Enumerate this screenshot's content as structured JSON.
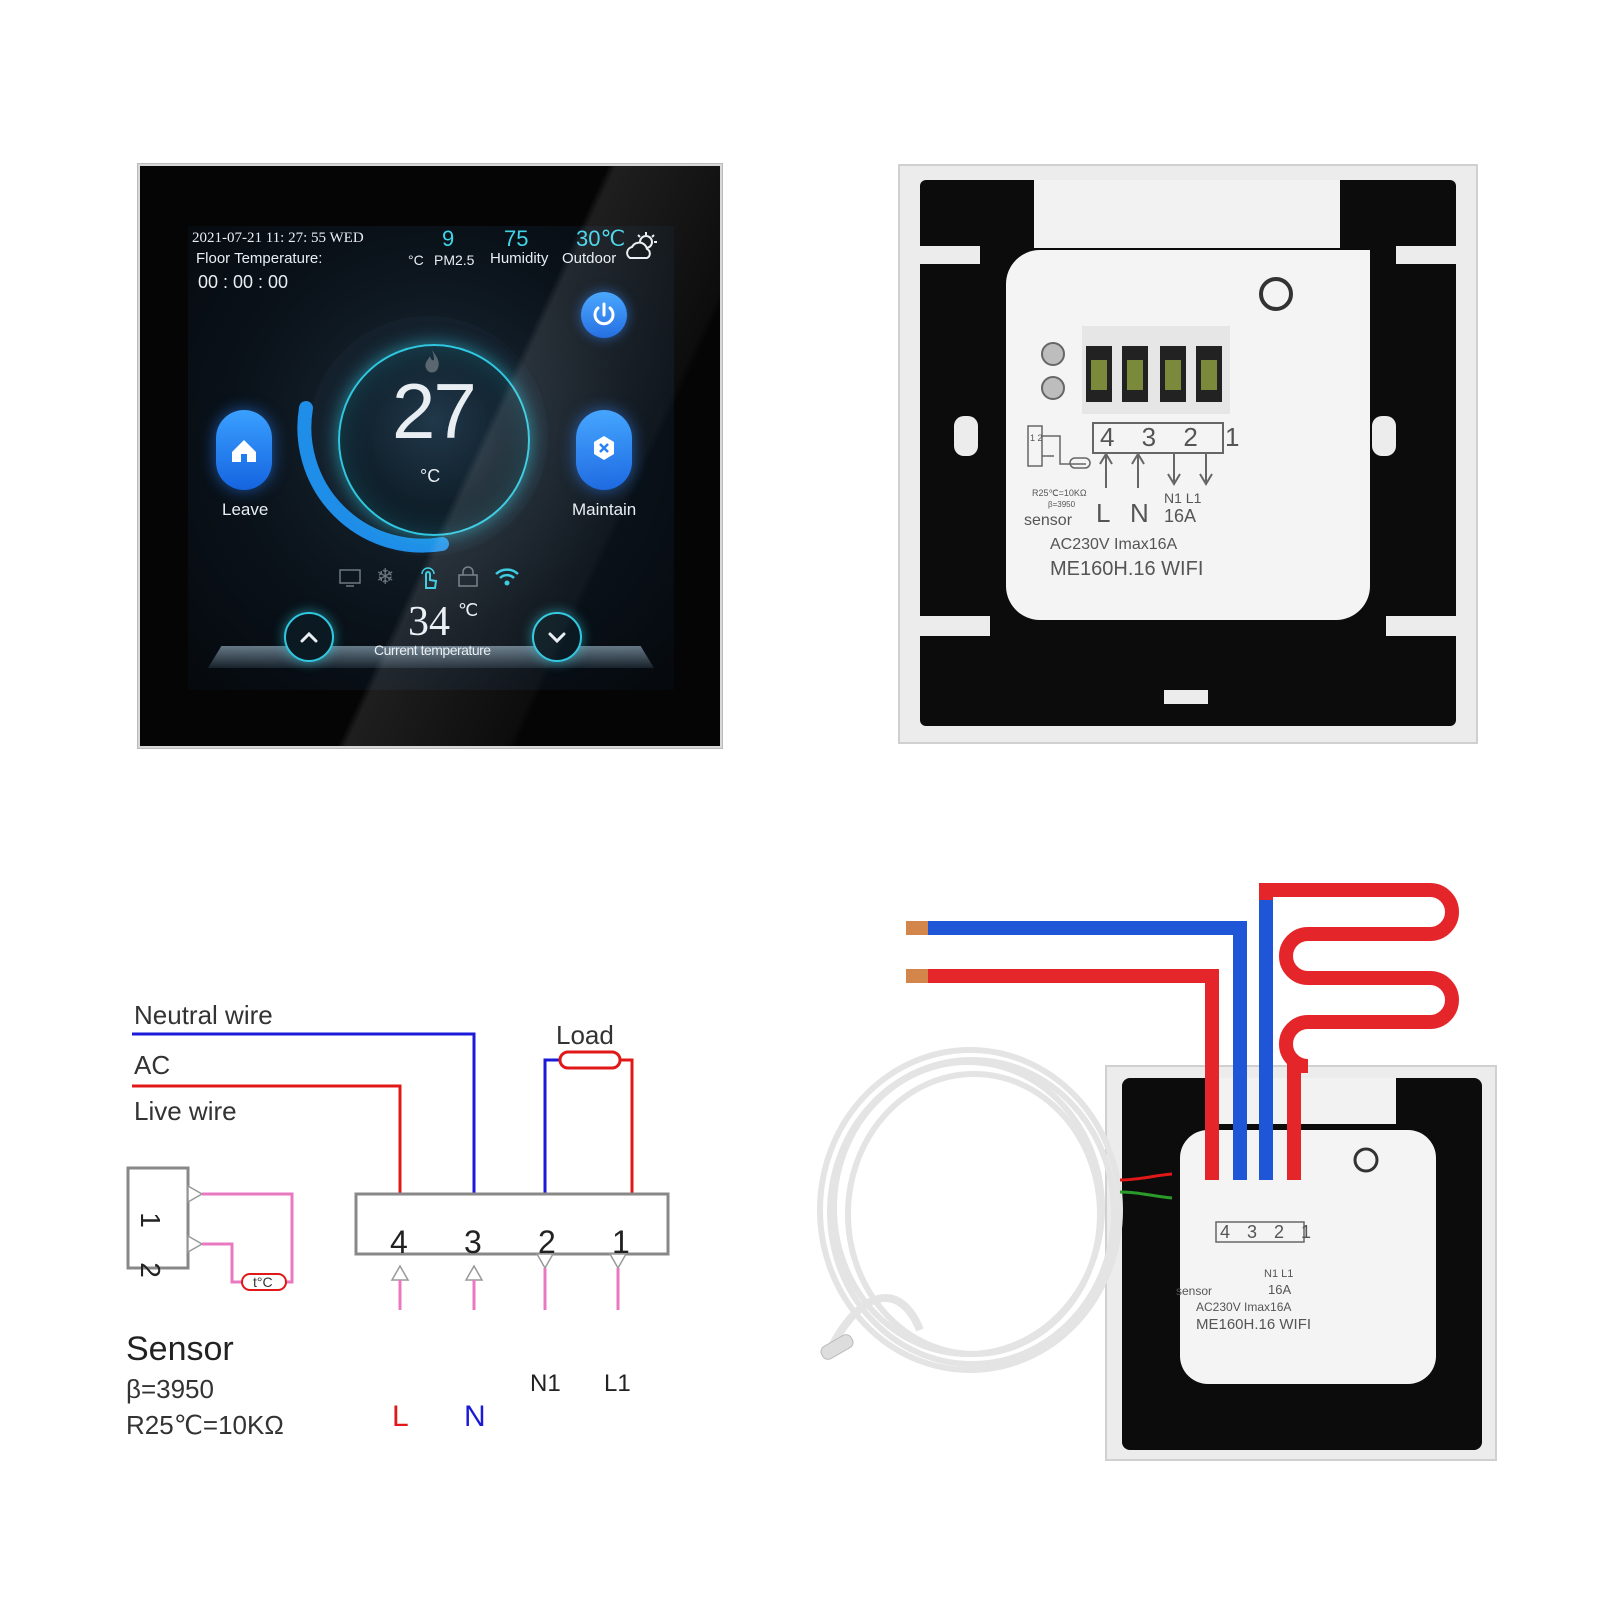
{
  "screen": {
    "datetime": "2021-07-21  11: 27: 55  WED",
    "floor_temp_label": "Floor Temperature:",
    "timer": "00 : 00 : 00",
    "pm_value": "9",
    "pm_unit": "°C",
    "pm_label": "PM2.5",
    "humidity_value": "75",
    "humidity_label": "Humidity",
    "outdoor_value": "30℃",
    "outdoor_label": "Outdoor",
    "set_temp": "27",
    "set_temp_unit": "°C",
    "leave_label": "Leave",
    "maintain_label": "Maintain",
    "current_temp": "34",
    "current_temp_unit": "℃",
    "current_temp_label": "Current temperature",
    "accent_color": "#2fc8e0",
    "button_color": "#1f7cf0"
  },
  "back_module": {
    "terminals": "4 3 2 1",
    "sensor_label": "sensor",
    "sensor_spec_1": "R25℃=10KΩ",
    "sensor_spec_2": "β=3950",
    "l_label": "L",
    "n_label": "N",
    "n1l1_label": "N1 L1",
    "current_rating": "16A",
    "power_rating": "AC230V Imax16A",
    "model": "ME160H.16 WIFI",
    "sensor_pins": "1 2"
  },
  "diagram": {
    "neutral_wire": "Neutral wire",
    "ac": "AC",
    "live_wire": "Live wire",
    "load": "Load",
    "terminal_4": "4",
    "terminal_3": "3",
    "terminal_2": "2",
    "terminal_1": "1",
    "sensor_pin_1": "1",
    "sensor_pin_2": "2",
    "thermistor": "t°C",
    "sensor_title": "Sensor",
    "beta": "β=3950",
    "r25": "R25℃=10KΩ",
    "bottom_L": "L",
    "bottom_N": "N",
    "bottom_N1": "N1",
    "bottom_L1": "L1",
    "neutral_color": "#1a1ad8",
    "live_color": "#e01818",
    "sensor_color": "#e879c0"
  },
  "installed_module": {
    "terminals": "4 3 2 1",
    "sensor_label": "sensor",
    "n1l1_label": "N1 L1",
    "current_rating": "16A",
    "power_rating": "AC230V Imax16A",
    "model": "ME160H.16 WIFI"
  }
}
